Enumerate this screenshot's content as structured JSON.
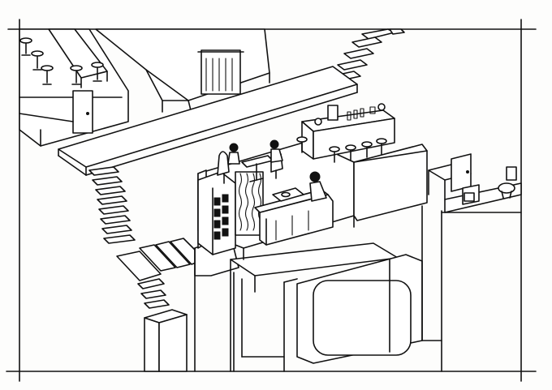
{
  "illustration": {
    "subject": "",
    "ink_color": "#111111",
    "paper_color": "#fdfdfc",
    "objects": [
      {
        "name": "bar-stool",
        "count": 8
      },
      {
        "name": "cafe-table",
        "count": 2
      },
      {
        "name": "sofa",
        "count": 1
      },
      {
        "name": "bookshelf",
        "count": 1
      },
      {
        "name": "door",
        "count": 2
      },
      {
        "name": "toilet",
        "count": 1
      },
      {
        "name": "seated-person",
        "count": 3
      }
    ]
  }
}
